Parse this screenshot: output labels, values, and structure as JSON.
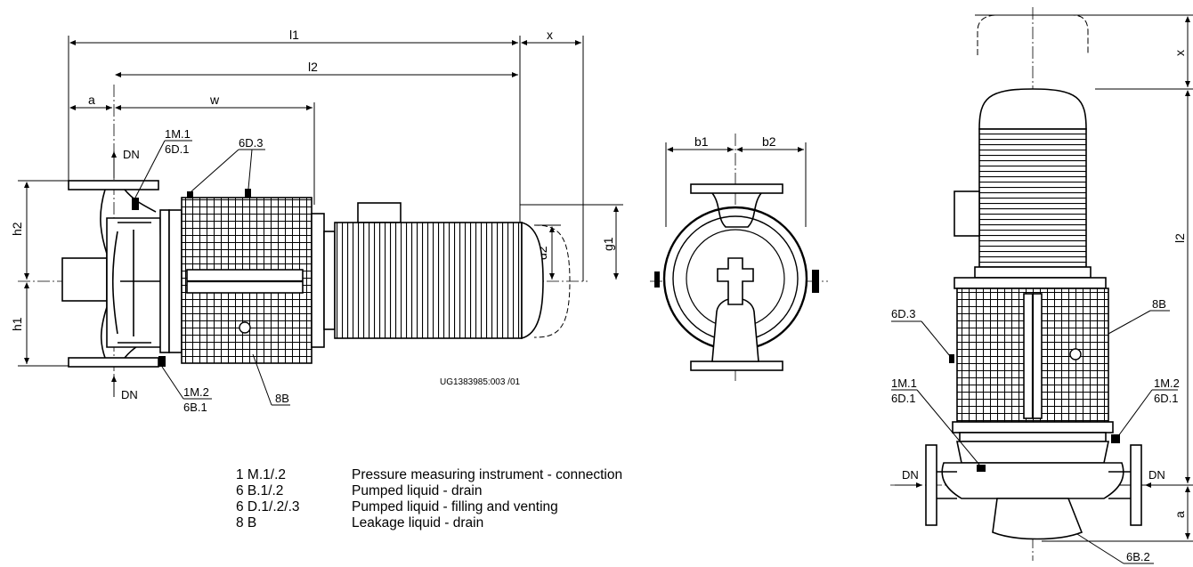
{
  "dimensions": {
    "l1": "l1",
    "l2": "l2",
    "x": "x",
    "a": "a",
    "w": "w",
    "h1": "h1",
    "h2": "h2",
    "d2": "d2",
    "g1": "g1",
    "b1": "b1",
    "b2": "b2"
  },
  "callouts": {
    "1M1_6D1": [
      "1M.1",
      "6D.1"
    ],
    "1M2_6B1": [
      "1M.2",
      "6B.1"
    ],
    "6D3": "6D.3",
    "8B": "8B",
    "6B2": "6B.2",
    "1M2_6D1": [
      "1M.2",
      "6D.1"
    ]
  },
  "dn": "DN",
  "drawing_number": "UG1383985:003  /01",
  "legend": [
    {
      "code": "1 M.1/.2",
      "text": "Pressure measuring instrument - connection"
    },
    {
      "code": "6 B.1/.2",
      "text": "Pumped liquid - drain"
    },
    {
      "code": "6 D.1/.2/.3",
      "text": "Pumped liquid - filling and venting"
    },
    {
      "code": "8 B",
      "text": "Leakage liquid - drain"
    }
  ]
}
